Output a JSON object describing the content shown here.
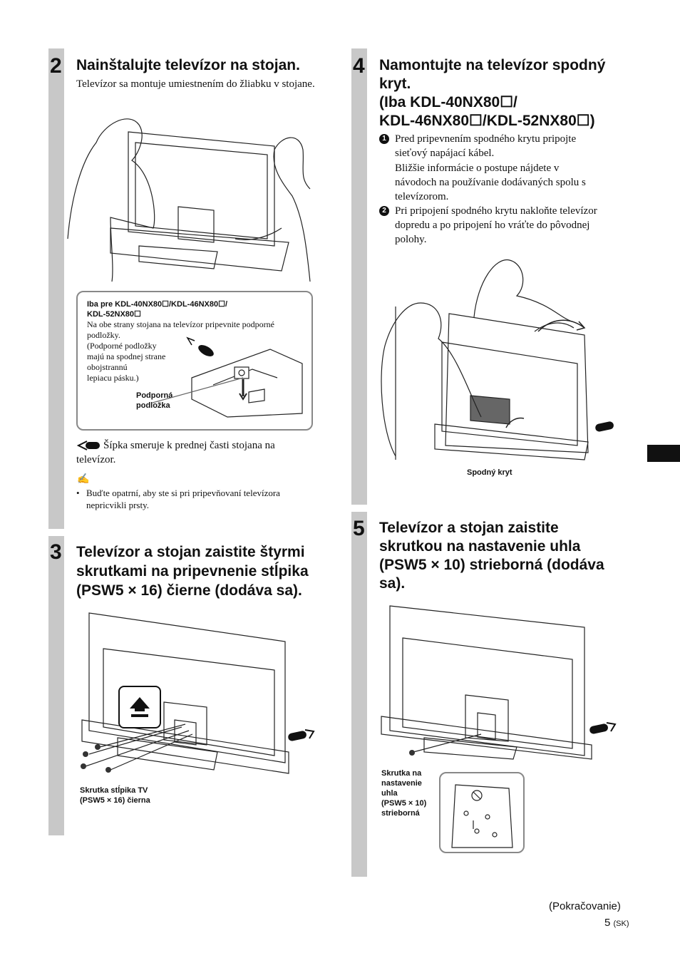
{
  "step2": {
    "number": "2",
    "title": "Nainštalujte televízor na stojan.",
    "text": "Televízor sa montuje umiestnením do žliabku v stojane.",
    "callout": {
      "models_line1": "Iba pre KDL-40NX80☐/KDL-46NX80☐/",
      "models_line2": "KDL-52NX80☐",
      "line1": "Na obe strany stojana na televízor pripevnite podporné",
      "line2": "podložky.",
      "line3": "(Podporné podložky",
      "line4": "majú na spodnej strane",
      "line5": "obojstrannú",
      "line6": "lepiacu pásku.)",
      "label_line1": "Podporná",
      "label_line2": "podložka"
    },
    "arrow_text_line1": "Šípka smeruje k prednej časti stojana na",
    "arrow_text_line2": "televízor.",
    "note_icon": "✍",
    "note_bullet": "•",
    "note_line1": "Buďte opatrní, aby ste si pri pripevňovaní televízora",
    "note_line2": "nepricvikli prsty."
  },
  "step3": {
    "number": "3",
    "title_line1": "Televízor a stojan zaistite štyrmi",
    "title_line2": "skrutkami na pripevnenie stĺpika",
    "title_line3": "(PSW5 × 16) čierne (dodáva sa).",
    "label_line1": "Skrutka stĺpika TV",
    "label_line2": "(PSW5 × 16) čierna"
  },
  "step4": {
    "number": "4",
    "title_line1": "Namontujte na televízor spodný",
    "title_line2": "kryt.",
    "title_line3": "(Iba KDL-40NX80☐/",
    "title_line4": "KDL-46NX80☐/KDL-52NX80☐)",
    "item1_num": "1",
    "item1_line1": "Pred pripevnením spodného krytu pripojte",
    "item1_line2": "sieťový napájací kábel.",
    "item1_line3": "Bližšie informácie o postupe nájdete v",
    "item1_line4": "návodoch na používanie dodávaných spolu s",
    "item1_line5": "televízorom.",
    "item2_num": "2",
    "item2_line1": "Pri pripojení spodného krytu nakloňte televízor",
    "item2_line2": "dopredu a po pripojení ho vráťte do pôvodnej",
    "item2_line3": "polohy.",
    "label": "Spodný kryt"
  },
  "step5": {
    "number": "5",
    "title_line1": "Televízor a stojan zaistite",
    "title_line2": "skrutkou na nastavenie uhla",
    "title_line3": "(PSW5 × 10) strieborná (dodáva",
    "title_line4": "sa).",
    "label_line1": "Skrutka na",
    "label_line2": "nastavenie",
    "label_line3": "uhla",
    "label_line4": "(PSW5 × 10)",
    "label_line5": "strieborná"
  },
  "footer": {
    "continued": "(Pokračovanie)",
    "page": "5",
    "lang": "(SK)"
  },
  "icons": {
    "front_arrow": "front-arrow-icon",
    "up_arrow": "up-arrow-icon",
    "note": "pencil-note-icon"
  }
}
